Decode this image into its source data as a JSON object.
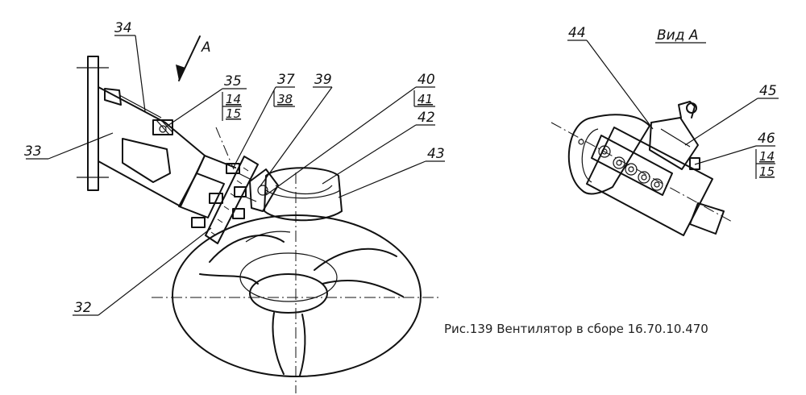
{
  "view_label": "Вид А",
  "arrow_label": "А",
  "caption": "Рис.139 Вентилятор в сборе 16.70.10.470",
  "callouts": {
    "c32": "32",
    "c33": "33",
    "c34": "34",
    "c35": "35",
    "c14a": "14",
    "c15a": "15",
    "c37": "37",
    "c38": "38",
    "c39": "39",
    "c40": "40",
    "c41": "41",
    "c42": "42",
    "c43": "43",
    "c44": "44",
    "c45": "45",
    "c46": "46",
    "c14b": "14",
    "c15b": "15"
  }
}
